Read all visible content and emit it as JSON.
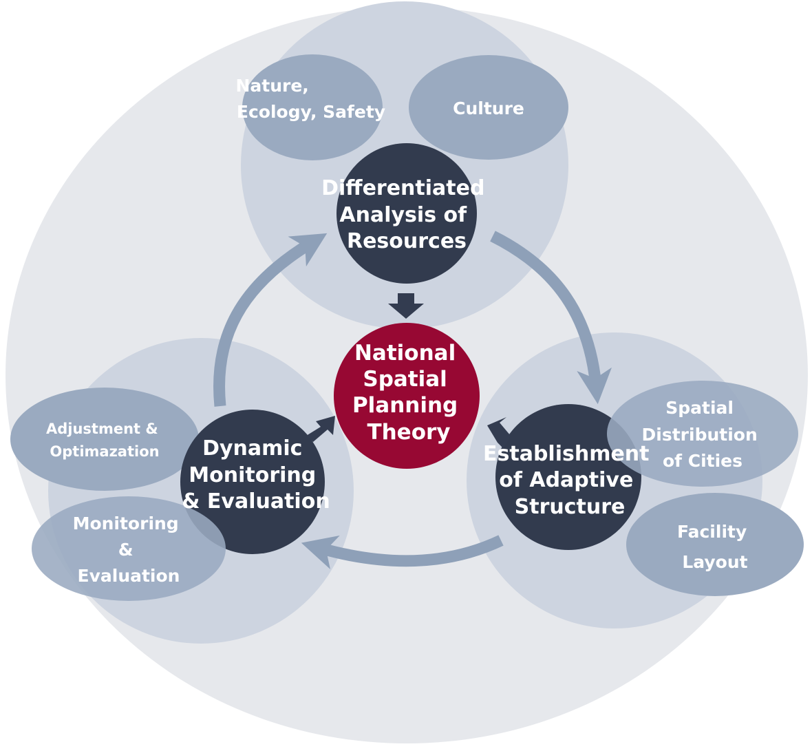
{
  "center": {
    "lines": [
      "National",
      "Spatial",
      "Planning",
      "Theory"
    ]
  },
  "nodes": {
    "top": {
      "lines": [
        "Differentiated",
        "Analysis of",
        "Resources"
      ],
      "satellites": [
        {
          "lines": [
            "Nature,",
            "Ecology, Safety"
          ]
        },
        {
          "lines": [
            "Culture"
          ]
        }
      ]
    },
    "right": {
      "lines": [
        "Establishment",
        "of Adaptive",
        "Structure"
      ],
      "satellites": [
        {
          "lines": [
            "Spatial",
            "Distribution",
            "of Cities"
          ]
        },
        {
          "lines": [
            "Facility",
            "Layout"
          ]
        }
      ]
    },
    "left": {
      "lines": [
        "Dynamic",
        "Monitoring",
        "& Evaluation"
      ],
      "satellites": [
        {
          "lines": [
            "Adjustment &",
            "Optimazation"
          ]
        },
        {
          "lines": [
            "Monitoring",
            "&",
            "Evaluation"
          ]
        }
      ]
    }
  },
  "colors": {
    "outer_circle": "#e6e8ec",
    "group_circle": "#cdd4e0",
    "satellite": "#9aaac0",
    "node_dark": "#323b4e",
    "center": "#970833",
    "cycle_arrow": "#8ea0b8",
    "inward_arrow": "#333c50"
  }
}
